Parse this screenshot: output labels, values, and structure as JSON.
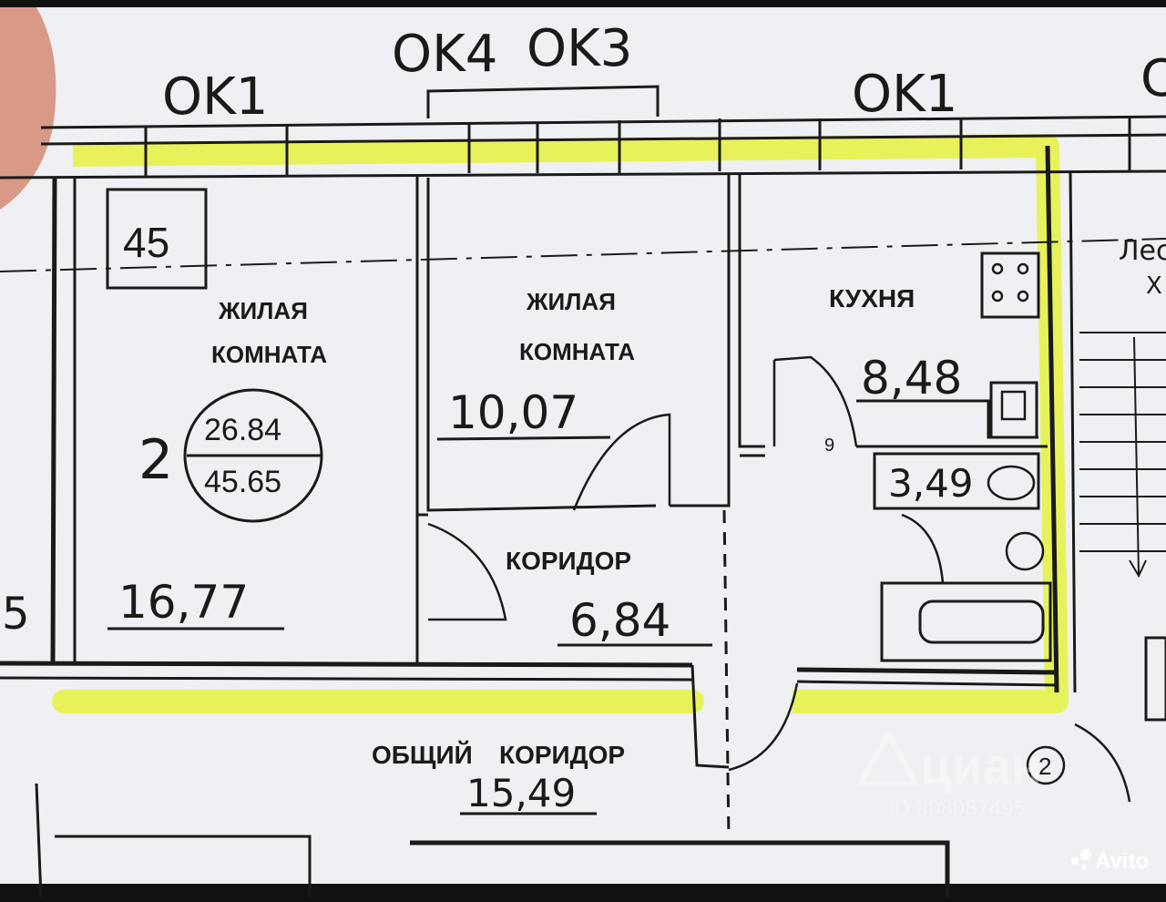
{
  "windows": {
    "ok1_left": "OK1",
    "ok4": "OK4",
    "ok3": "OK3",
    "ok1_right": "OK1",
    "edge_right": "C"
  },
  "apartment": {
    "number": "45",
    "rooms_count": "2",
    "living_area": "26.84",
    "total_area": "45.65",
    "edge_left_num": "5"
  },
  "rooms": {
    "living1": {
      "name_line1": "ЖИЛАЯ",
      "name_line2": "КОМНАТА",
      "area": "16,77"
    },
    "living2": {
      "name_line1": "ЖИЛАЯ",
      "name_line2": "КОМНАТА",
      "area": "10,07"
    },
    "kitchen": {
      "name": "КУХНЯ",
      "area": "8,48"
    },
    "bathroom": {
      "area": "3,49",
      "door_mark": "9"
    },
    "corridor": {
      "name": "КОРИДОР",
      "area": "6,84"
    },
    "common_corridor": {
      "name_line1": "ОБЩИЙ",
      "name_line2": "КОРИДОР",
      "area": "15,49"
    }
  },
  "stairs": {
    "label_line1": "Лес",
    "label_line2": "Х"
  },
  "axis_marker": "2",
  "watermarks": {
    "cian_logo": "циан",
    "cian_id": "ID 308087495",
    "avito": "Avito"
  },
  "colors": {
    "paper": "#eef0f4",
    "line": "#1a1a1a",
    "highlight": "#e5f24a",
    "background": "#111111"
  }
}
